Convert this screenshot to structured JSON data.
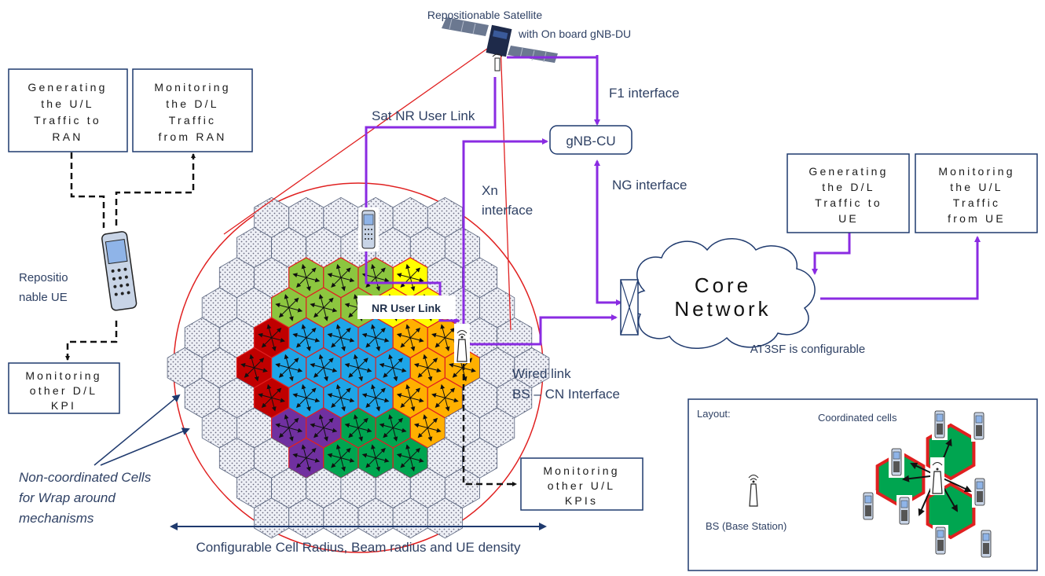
{
  "satellite": {
    "line1": "Repositionable  Satellite",
    "line2": "with On board gNB-DU"
  },
  "interfaces": {
    "f1": "F1 interface",
    "sat_nr_user_link": "Sat NR User Link",
    "gnb_cu": "gNB-CU",
    "xn_line1": "Xn",
    "xn_line2": "interface",
    "ng": "NG interface",
    "nr_user_link": "NR User Link",
    "wired_line1": "Wired link",
    "wired_line2": "BS – CN Interface",
    "at3sf": "AT3SF is configurable"
  },
  "core_network": {
    "line1": "Core",
    "line2": "Network"
  },
  "boxes": {
    "gen_ul": [
      "Generating",
      "the U/L",
      "Traffic to",
      "RAN"
    ],
    "mon_dl": [
      "Monitoring",
      "the D/L",
      "Traffic",
      "from RAN"
    ],
    "mon_other_dl": [
      "Monitoring",
      "other D/L",
      "KPI"
    ],
    "gen_dl": [
      "Generating",
      "the D/L",
      "Traffic to",
      "UE"
    ],
    "mon_ul": [
      "Monitoring",
      "the U/L",
      "Traffic",
      "from UE"
    ],
    "mon_other_ul": [
      "Monitoring",
      "other U/L",
      "KPIs"
    ]
  },
  "ue": {
    "line1": "Repositio",
    "line2": "nable UE"
  },
  "non_coordinated": [
    "Non-coordinated Cells",
    "for Wrap around",
    "mechanisms"
  ],
  "bottom_caption": "Configurable Cell Radius, Beam radius and UE density",
  "legend": {
    "layout": "Layout:",
    "coordinated": "Coordinated cells",
    "bs": "BS (Base Station)"
  },
  "colors": {
    "link": "#8a2be2",
    "red_line": "#e02020",
    "cell_green_light": "#8cc63f",
    "cell_yellow": "#ffff00",
    "cell_red": "#c00000",
    "cell_blue": "#1ea5e8",
    "cell_orange": "#ffb000",
    "cell_green": "#00a550",
    "cell_purple": "#7030a0",
    "cell_dotted": "#e4e4ec"
  }
}
